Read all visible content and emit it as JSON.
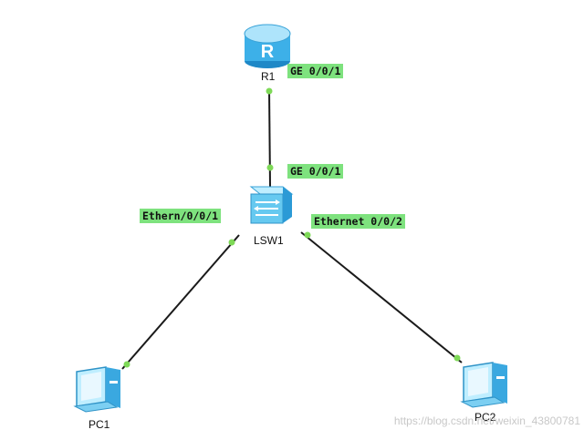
{
  "nodes": {
    "router": {
      "label": "R1",
      "type": "router",
      "icon": "router-icon"
    },
    "switch": {
      "label": "LSW1",
      "type": "switch",
      "icon": "switch-icon"
    },
    "pc1": {
      "label": "PC1",
      "type": "pc",
      "icon": "pc-icon"
    },
    "pc2": {
      "label": "PC2",
      "type": "pc",
      "icon": "pc-icon"
    }
  },
  "links": [
    {
      "from": "router",
      "to": "switch",
      "from_port": "GE 0/0/1",
      "to_port": "GE 0/0/1"
    },
    {
      "from": "switch",
      "to": "pc1",
      "from_port": "Ethern/0/0/1"
    },
    {
      "from": "switch",
      "to": "pc2",
      "from_port": "Ethernet 0/0/2"
    }
  ],
  "ports": {
    "r1_ge": "GE 0/0/1",
    "sw_ge": "GE 0/0/1",
    "sw_eth1": "Ethern/0/0/1",
    "sw_eth2": "Ethernet 0/0/2"
  },
  "colors": {
    "link": "#1a1a1a",
    "port_dot": "#7ed957",
    "label_bg": "#7ee27e",
    "device_blue": "#3db0e8",
    "device_light": "#aee4fb"
  },
  "watermark": "https://blog.csdn.net/weixin_43800781"
}
